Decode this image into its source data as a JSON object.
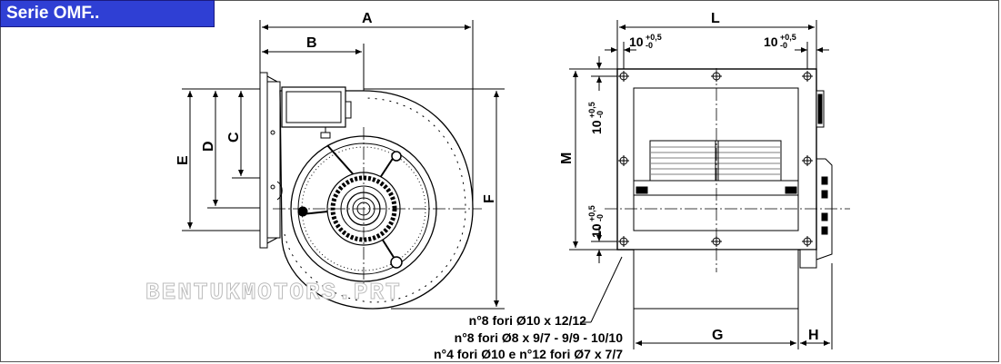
{
  "header": {
    "series_label": "Serie OMF.."
  },
  "dimensions": {
    "A": "A",
    "B": "B",
    "C": "C",
    "D": "D",
    "E": "E",
    "F": "F",
    "L": "L",
    "M": "M",
    "G": "G",
    "H": "H",
    "tolerance_base": "10",
    "tolerance_upper": "+0,5",
    "tolerance_lower": "-0"
  },
  "notes": [
    "n°8 fori Ø10 x 12/12",
    "n°8 fori Ø8 x 9/7 - 9/9 - 10/10",
    "n°4 fori Ø10 e n°12 fori Ø7 x 7/7"
  ],
  "watermark": "BENTUKMOTORS.PRT"
}
